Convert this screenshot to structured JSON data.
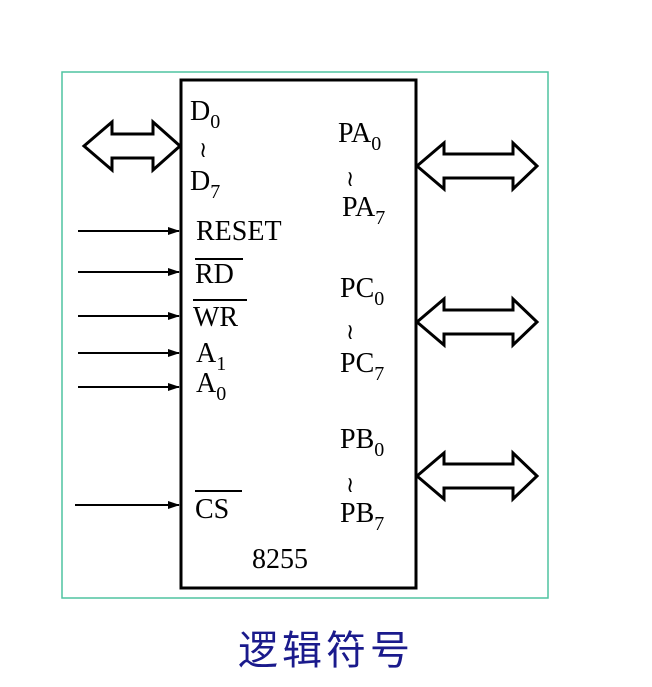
{
  "chip": {
    "name": "8255"
  },
  "pins": {
    "d0": "D",
    "d0_sub": "0",
    "d7": "D",
    "d7_sub": "7",
    "reset": "RESET",
    "rd": "RD",
    "wr": "WR",
    "a1": "A",
    "a1_sub": "1",
    "a0": "A",
    "a0_sub": "0",
    "cs": "CS",
    "pa0": "PA",
    "pa0_sub": "0",
    "pa7": "PA",
    "pa7_sub": "7",
    "pc0": "PC",
    "pc0_sub": "0",
    "pc7": "PC",
    "pc7_sub": "7",
    "pb0": "PB",
    "pb0_sub": "0",
    "pb7": "PB",
    "pb7_sub": "7",
    "range": "≀"
  },
  "caption": "逻辑符号",
  "colors": {
    "frame": "#4fc3a1",
    "caption": "#1a1a8c",
    "ink": "#000000"
  }
}
